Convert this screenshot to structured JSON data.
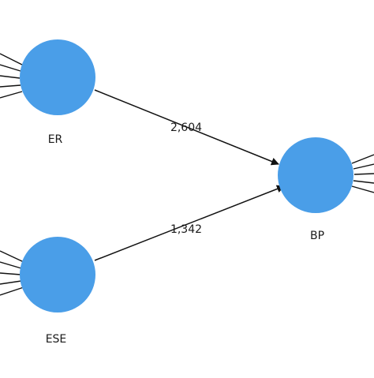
{
  "constructs": [
    {
      "id": "ER",
      "label": "ER",
      "color": "#4a9ee8"
    },
    {
      "id": "ESE",
      "label": "ESE",
      "color": "#4a9ee8"
    },
    {
      "id": "BP",
      "label": "BP",
      "color": "#4a9ee8"
    }
  ],
  "paths": [
    {
      "from": "ER",
      "to": "BP",
      "value": "2,604"
    },
    {
      "from": "ESE",
      "to": "BP",
      "value": "1,342"
    }
  ],
  "colors": {
    "node_fill": "#4a9ee8",
    "line": "#111111"
  }
}
